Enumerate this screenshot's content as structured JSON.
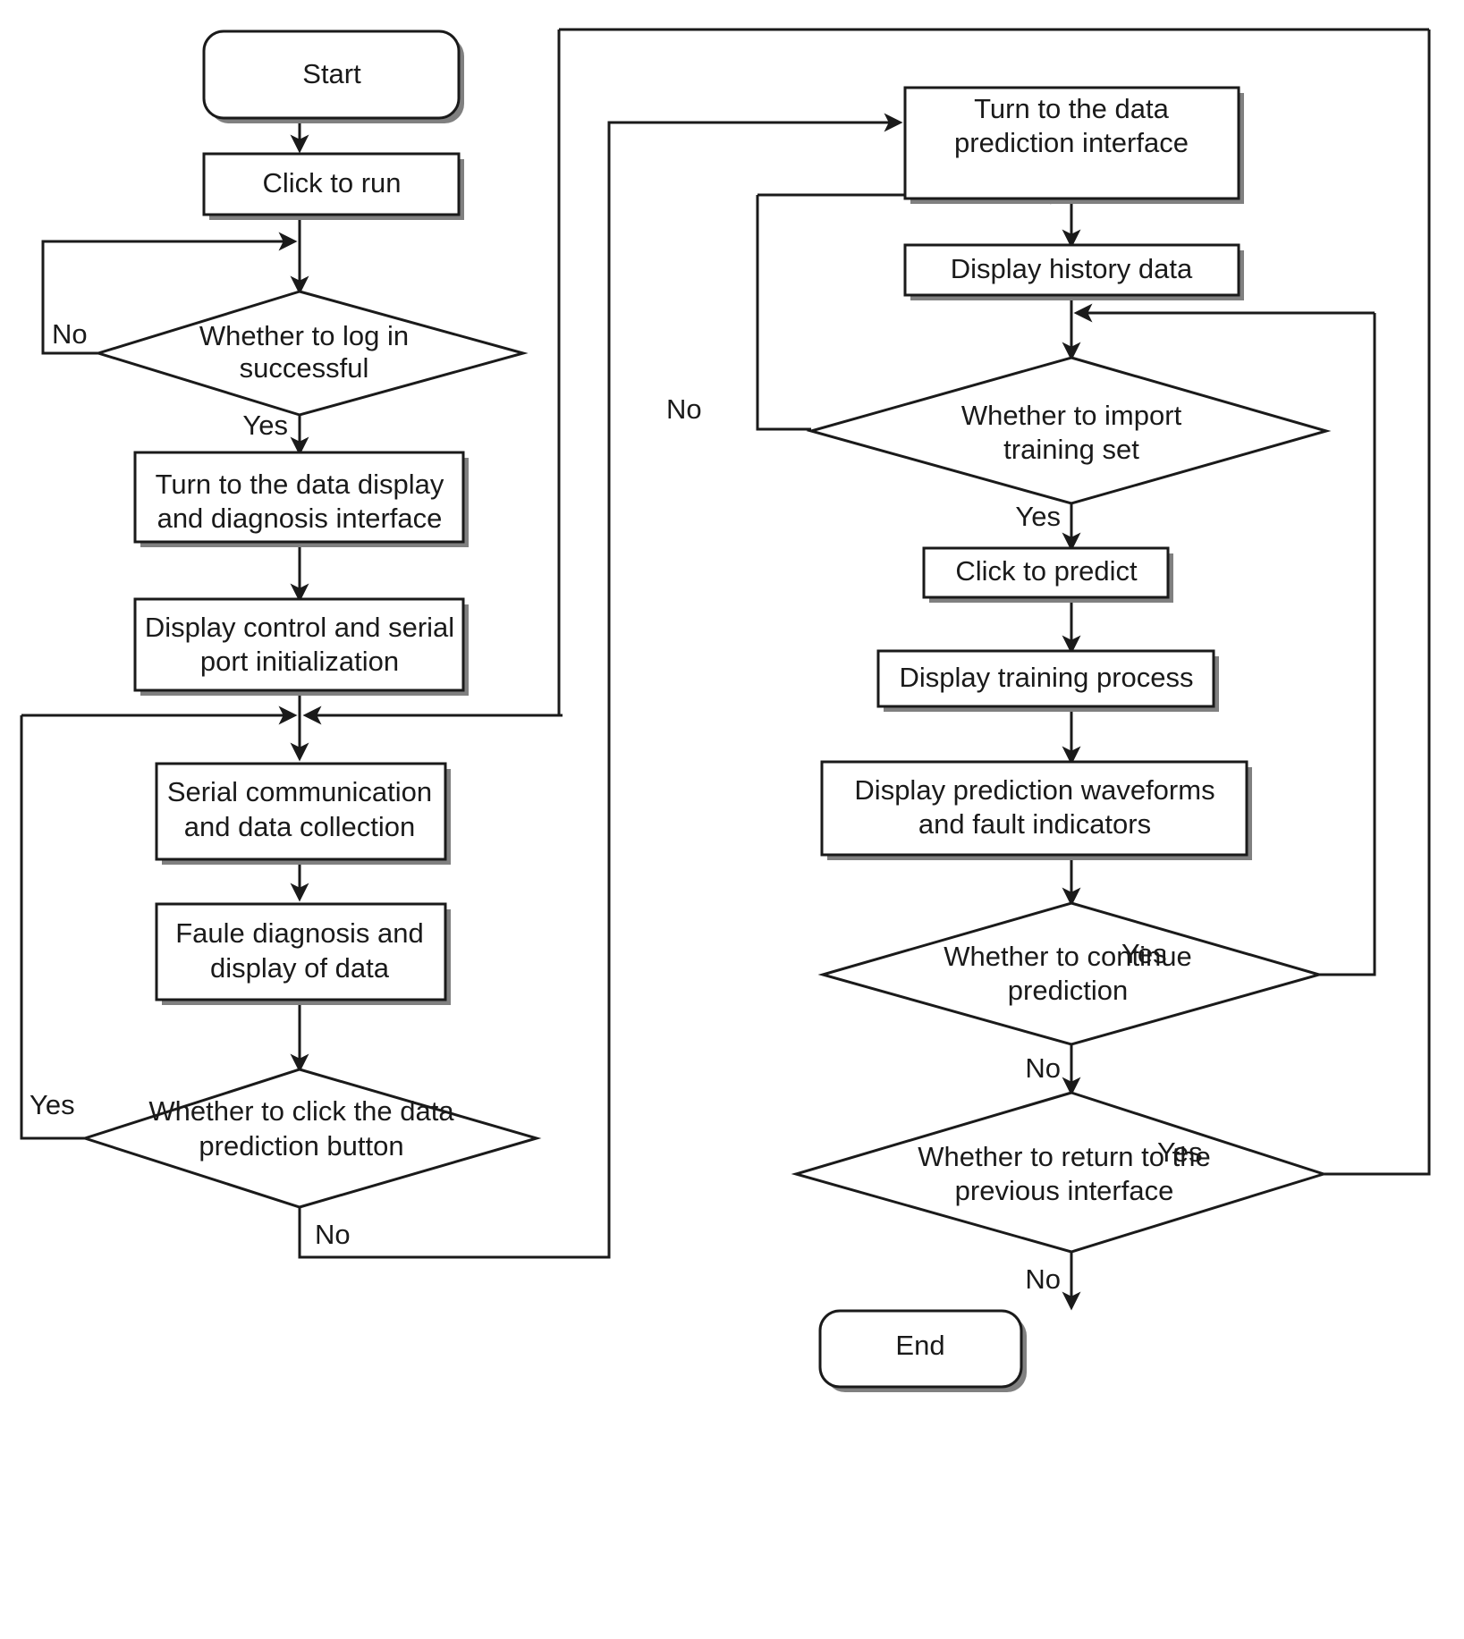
{
  "diagram": {
    "type": "flowchart",
    "orientation": "two-column",
    "nodes": [
      {
        "id": "start",
        "shape": "terminator",
        "label": "Start"
      },
      {
        "id": "click_run",
        "shape": "process",
        "label": "Click to run"
      },
      {
        "id": "login_ok",
        "shape": "decision",
        "line1": "Whether to log in",
        "line2": "successful"
      },
      {
        "id": "turn_display",
        "shape": "process",
        "line1": "Turn to the data display",
        "line2": "and diagnosis interface"
      },
      {
        "id": "display_control",
        "shape": "process",
        "line1": "Display control and serial",
        "line2": "port initialization"
      },
      {
        "id": "serial_comm",
        "shape": "process",
        "line1": "Serial communication",
        "line2": "and data collection"
      },
      {
        "id": "fault_diag",
        "shape": "process",
        "line1": "Faule diagnosis and",
        "line2": "display of data"
      },
      {
        "id": "click_predict_q",
        "shape": "decision",
        "line1": "Whether to click the data",
        "line2": "prediction button"
      },
      {
        "id": "turn_predict",
        "shape": "process",
        "line1": "Turn to the data",
        "line2": "prediction interface"
      },
      {
        "id": "history_data",
        "shape": "process",
        "label": "Display history data"
      },
      {
        "id": "import_train_q",
        "shape": "decision",
        "line1": "Whether to import",
        "line2": "training set"
      },
      {
        "id": "click_predict",
        "shape": "process",
        "label": "Click to predict"
      },
      {
        "id": "training_process",
        "shape": "process",
        "label": "Display training process"
      },
      {
        "id": "waveforms",
        "shape": "process",
        "line1": "Display prediction waveforms",
        "line2": "and fault indicators"
      },
      {
        "id": "continue_q",
        "shape": "decision",
        "line1": "Whether to continue",
        "line2": "prediction"
      },
      {
        "id": "return_q",
        "shape": "decision",
        "line1": "Whether to return to the",
        "line2": "previous interface"
      },
      {
        "id": "end",
        "shape": "terminator",
        "label": "End"
      }
    ],
    "edge_labels": {
      "login_no": "No",
      "login_yes": "Yes",
      "click_predict_yes": "Yes",
      "click_predict_no": "No",
      "import_no": "No",
      "import_yes": "Yes",
      "continue_yes": "Yes",
      "continue_no": "No",
      "return_yes": "Yes",
      "return_no": "No"
    },
    "colors": {
      "stroke": "#1a1a1a",
      "fill": "#ffffff",
      "shadow": "#808080",
      "background": "#ffffff"
    }
  }
}
